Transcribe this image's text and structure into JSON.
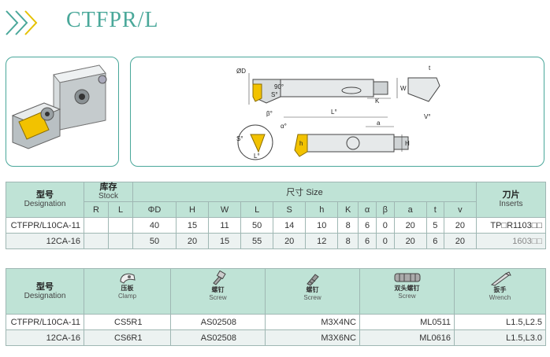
{
  "header": {
    "title": "CTFPR/L"
  },
  "colors": {
    "accent": "#49a79a",
    "header_bg": "#bfe3d6",
    "insert_yellow": "#f2c200"
  },
  "diagram": {
    "labels": {
      "od": "ØD",
      "s": "S°",
      "w": "W",
      "h": "h",
      "l": "L°",
      "k": "K",
      "a": "a",
      "b": "β°",
      "alpha": "α°",
      "angle": "90°",
      "t": "t",
      "v": "V°",
      "H": "H",
      "a2": "a",
      "s2": "S°",
      "L2": "L°"
    }
  },
  "spec_table": {
    "model_cn": "型号",
    "model_en": "Designation",
    "stock_cn": "库存",
    "stock_en": "Stock",
    "size_label": "尺寸 Size",
    "insert_cn": "刀片",
    "insert_en": "Inserts",
    "sub_headers": [
      "R",
      "L",
      "ΦD",
      "H",
      "W",
      "L",
      "S",
      "h",
      "K",
      "α",
      "β",
      "a",
      "t",
      "v"
    ],
    "rows": [
      {
        "model": "CTFPR/L10CA-11",
        "r": "",
        "l": "",
        "vals": [
          "40",
          "15",
          "11",
          "50",
          "14",
          "10",
          "8",
          "6",
          "0",
          "20",
          "5",
          "20"
        ],
        "insert": "TP□R1103□□"
      },
      {
        "model": "12CA-16",
        "r": "",
        "l": "",
        "vals": [
          "50",
          "20",
          "15",
          "55",
          "20",
          "12",
          "8",
          "6",
          "0",
          "20",
          "6",
          "20"
        ],
        "insert": "1603□□"
      }
    ]
  },
  "acc_table": {
    "model_cn": "型号",
    "model_en": "Designation",
    "cols": [
      {
        "cn": "压板",
        "en": "Clamp",
        "icon": "clamp-icon"
      },
      {
        "cn": "螺钉",
        "en": "Screw",
        "icon": "screw-icon"
      },
      {
        "cn": "螺钉",
        "en": "Screw",
        "icon": "screw-icon"
      },
      {
        "cn": "双头螺钉",
        "en": "Screw",
        "icon": "double-screw-icon"
      },
      {
        "cn": "扳手",
        "en": "Wrench",
        "icon": "wrench-icon"
      }
    ],
    "rows": [
      {
        "model": "CTFPR/L10CA-11",
        "vals": [
          "CS5R1",
          "AS02508",
          "M3X4NC",
          "ML0511",
          "L1.5,L2.5"
        ]
      },
      {
        "model": "12CA-16",
        "vals": [
          "CS6R1",
          "AS02508",
          "M3X6NC",
          "ML0616",
          "L1.5,L3.0"
        ]
      }
    ]
  }
}
